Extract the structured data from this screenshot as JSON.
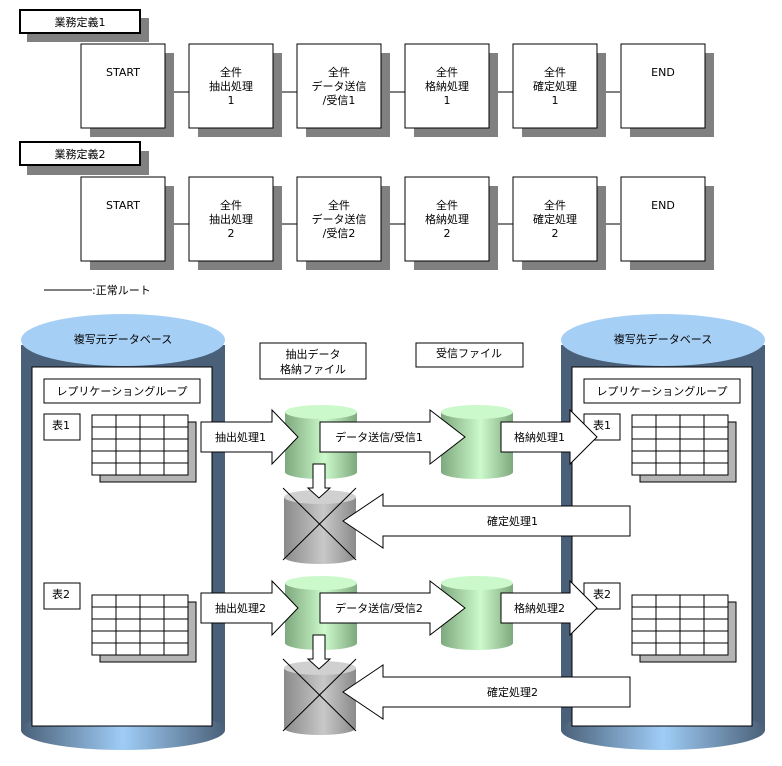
{
  "jobs": [
    {
      "title": "業務定義1",
      "steps": [
        {
          "lines": [
            "START"
          ]
        },
        {
          "lines": [
            "全件",
            "抽出処理",
            "1"
          ]
        },
        {
          "lines": [
            "全件",
            "データ送信",
            "/受信1"
          ]
        },
        {
          "lines": [
            "全件",
            "格納処理",
            "1"
          ]
        },
        {
          "lines": [
            "全件",
            "確定処理",
            "1"
          ]
        },
        {
          "lines": [
            "END"
          ]
        }
      ]
    },
    {
      "title": "業務定義2",
      "steps": [
        {
          "lines": [
            "START"
          ]
        },
        {
          "lines": [
            "全件",
            "抽出処理",
            "2"
          ]
        },
        {
          "lines": [
            "全件",
            "データ送信",
            "/受信2"
          ]
        },
        {
          "lines": [
            "全件",
            "格納処理",
            "2"
          ]
        },
        {
          "lines": [
            "全件",
            "確定処理",
            "2"
          ]
        },
        {
          "lines": [
            "END"
          ]
        }
      ]
    }
  ],
  "legend": {
    "normal_route": ":正常ルート"
  },
  "source_db": {
    "title": "複写元データベース",
    "group": "レプリケーショングループ",
    "tables": [
      "表1",
      "表2"
    ]
  },
  "target_db": {
    "title": "複写先データベース",
    "group": "レプリケーショングループ",
    "tables": [
      "表1",
      "表2"
    ]
  },
  "file_labels": {
    "extract_file": [
      "抽出データ",
      "格納ファイル"
    ],
    "receive_file": "受信ファイル"
  },
  "flows": [
    {
      "extract": "抽出処理1",
      "send": "データ送信/受信1",
      "store": "格納処理1",
      "commit": "確定処理1"
    },
    {
      "extract": "抽出処理2",
      "send": "データ送信/受信2",
      "store": "格納処理2",
      "commit": "確定処理2"
    }
  ],
  "colors": {
    "db_top": "#a6cff5",
    "db_body": "#4a6078",
    "file_green": "#c8f5c8",
    "file_gray": "#b8b8b8",
    "shadow": "#808080"
  }
}
